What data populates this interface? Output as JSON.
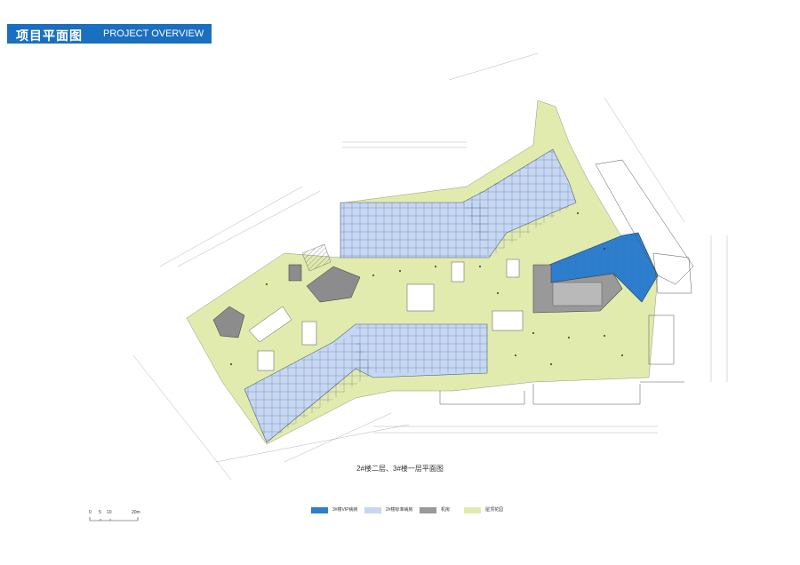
{
  "header": {
    "title_cn": "项目平面图",
    "title_en": "PROJECT OVERVIEW"
  },
  "drawing": {
    "caption": "2#楼二层、3#楼一层平面图",
    "colors": {
      "roof_garden": "#e1ebae",
      "ward_standard": "#c5d7f2",
      "ward_vip": "#2a7fd0",
      "machine_room": "#999999",
      "linework": "#6f7f94"
    }
  },
  "legend": {
    "items": [
      {
        "label": "3#楼VIP病房",
        "color": "#2a7fd0"
      },
      {
        "label": "2#楼标准病房",
        "color": "#c5d7f2"
      },
      {
        "label": "机房",
        "color": "#999999"
      },
      {
        "label": "屋顶花园",
        "color": "#e1ebae"
      }
    ]
  },
  "scale": {
    "ticks": [
      "0",
      "5",
      "10",
      "20m"
    ]
  }
}
